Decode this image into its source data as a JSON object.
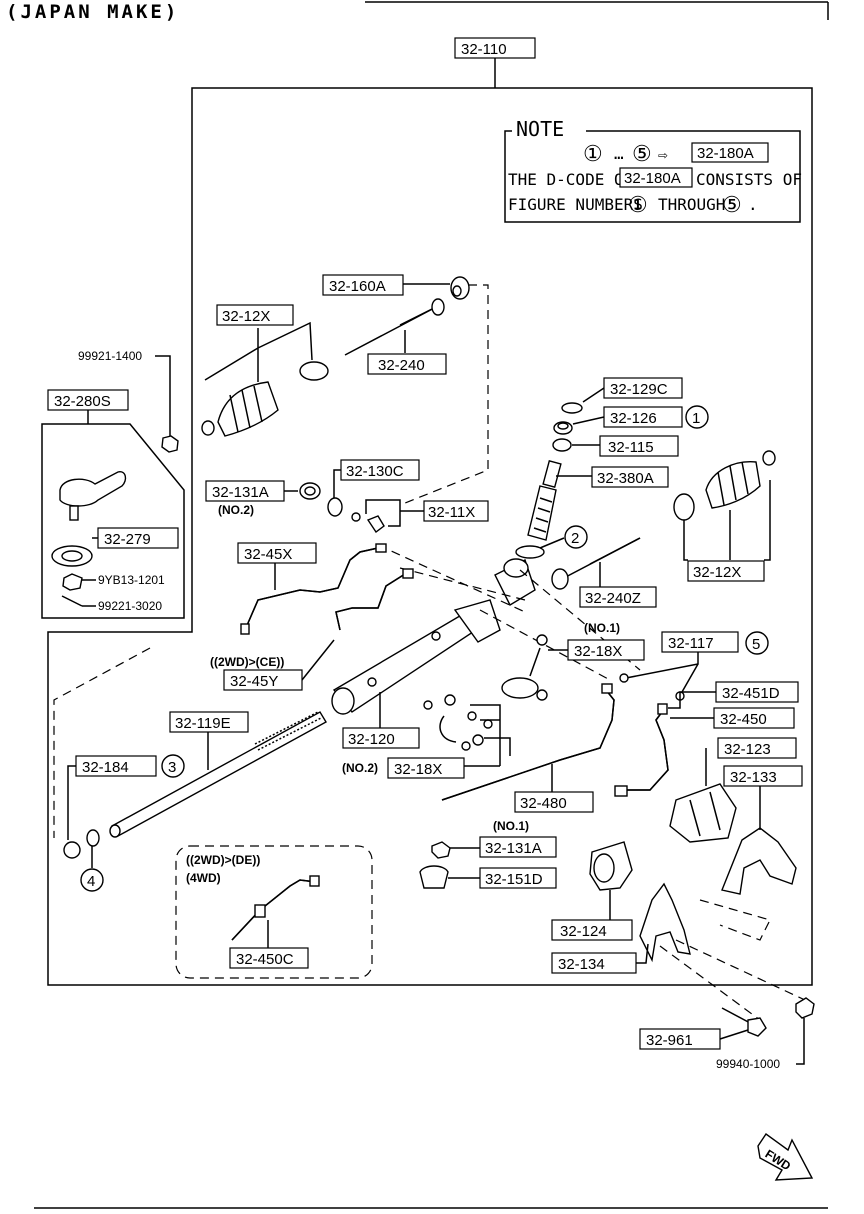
{
  "header": {
    "title": "(JAPAN MAKE)"
  },
  "note": {
    "title": "NOTE",
    "range_from": "①",
    "range_sep": "…",
    "range_to": "⑤",
    "arrow": "⇨",
    "code": "32-180A",
    "line2_a": "THE D-CODE OF",
    "line2_code": "32-180A",
    "line2_b": "CONSISTS OF",
    "line3_a": "FIGURE NUMBERS",
    "line3_from": "①",
    "line3_b": "THROUGH",
    "line3_to": "⑤",
    "line3_end": "."
  },
  "labels": {
    "p32_110": "32-110",
    "p32_160A": "32-160A",
    "p32_12X_a": "32-12X",
    "p32_240": "32-240",
    "p99921_1400": "99921-1400",
    "p32_280S": "32-280S",
    "p32_279": "32-279",
    "p9YB13_1201": "9YB13-1201",
    "p99221_3020": "99221-3020",
    "p32_129C": "32-129C",
    "p32_126": "32-126",
    "p32_115": "32-115",
    "p32_380A": "32-380A",
    "p32_130C": "32-130C",
    "p32_131A_a": "32-131A",
    "no2_a": "(NO.2)",
    "p32_11X": "32-11X",
    "p32_12X_b": "32-12X",
    "p32_240Z": "32-240Z",
    "p32_45X": "32-45X",
    "cond_2wd_ce": "((2WD)>(CE))",
    "p32_45Y": "32-45Y",
    "no1_a": "(NO.1)",
    "p32_18X_a": "32-18X",
    "p32_117": "32-117",
    "p32_451D": "32-451D",
    "p32_450": "32-450",
    "p32_119E": "32-119E",
    "p32_120": "32-120",
    "no2_b": "(NO.2)",
    "p32_18X_b": "32-18X",
    "p32_123": "32-123",
    "p32_133": "32-133",
    "p32_184": "32-184",
    "p32_480": "32-480",
    "no1_b": "(NO.1)",
    "p32_131A_b": "32-131A",
    "p32_151D": "32-151D",
    "cond_2wd_de": "((2WD)>(DE))",
    "cond_4wd": "(4WD)",
    "p32_450C": "32-450C",
    "p32_124": "32-124",
    "p32_134": "32-134",
    "p32_961": "32-961",
    "p99940_1000": "99940-1000",
    "fwd": "FWD"
  },
  "callouts": {
    "c1": "1",
    "c2": "2",
    "c3": "3",
    "c4": "4",
    "c5": "5"
  }
}
